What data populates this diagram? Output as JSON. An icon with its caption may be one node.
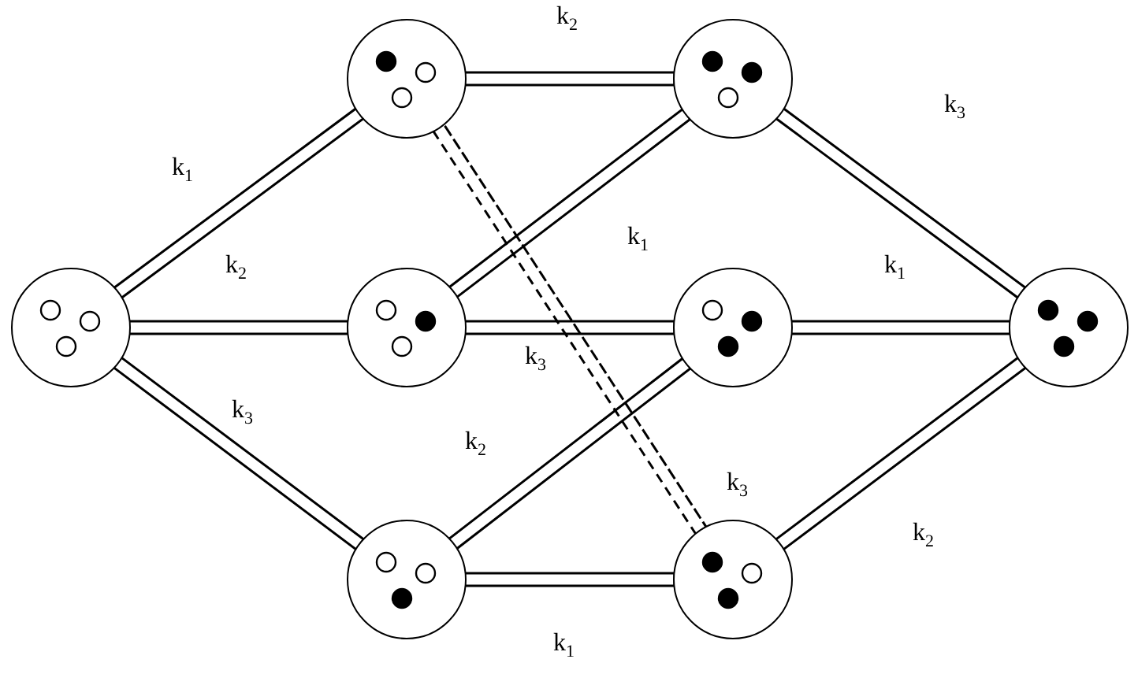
{
  "diagram": {
    "nodes": [
      {
        "text": [],
        "shape": "circle"
      },
      {
        "text": [],
        "shape": "circle"
      },
      {
        "text": [],
        "shape": "circle"
      },
      {
        "text": [],
        "shape": "circle"
      },
      {
        "text": [],
        "shape": "circle"
      },
      {
        "text": [],
        "shape": "circle"
      },
      {
        "text": [],
        "shape": "circle"
      },
      {
        "text": [],
        "shape": "circle"
      }
    ],
    "edges": [
      {
        "from": 0,
        "to": 1,
        "arrow": "none",
        "label": "k$_{1}$"
      },
      {
        "from": 0,
        "to": 2,
        "arrow": "none",
        "label": "k$_{2}$"
      },
      {
        "from": 0,
        "to": 3,
        "arrow": "none",
        "label": "k$_{3}$"
      },
      {
        "from": 1,
        "to": 4,
        "arrow": "none",
        "label": "k$_{2}$"
      },
      {
        "from": 1,
        "to": 6,
        "arrow": "none",
        "label": "k$_{3}$",
        "style": "dashed"
      },
      {
        "from": 2,
        "to": 4,
        "arrow": "none",
        "label": "k$_{1}$"
      },
      {
        "from": 2,
        "to": 5,
        "arrow": "none",
        "label": "k$_{3}$"
      },
      {
        "from": 3,
        "to": 5,
        "arrow": "none",
        "label": "k$_{2}$"
      },
      {
        "from": 3,
        "to": 6,
        "arrow": "none",
        "label": "k$_{1}$"
      },
      {
        "from": 4,
        "to": 7,
        "arrow": "none",
        "label": "k$_{3}$"
      },
      {
        "from": 5,
        "to": 7,
        "arrow": "none",
        "label": "k$_{1}$"
      },
      {
        "from": 6,
        "to": 7,
        "arrow": "none",
        "label": "k$_{2}$"
      }
    ]
  }
}
